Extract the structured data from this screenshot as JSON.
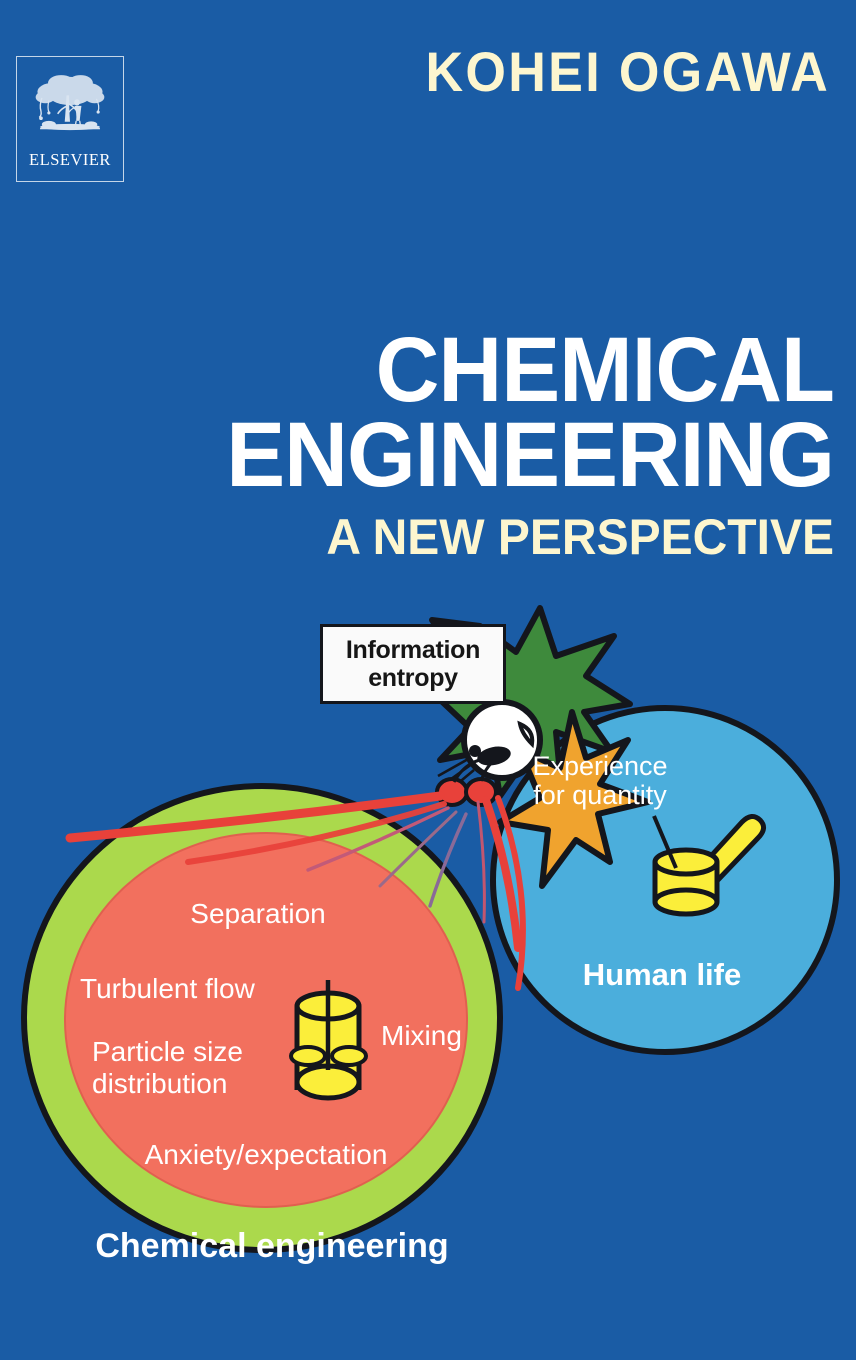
{
  "cover": {
    "background_color": "#1a5ca5",
    "publisher": {
      "name": "ELSEVIER",
      "logo_icon": "elsevier-tree-icon"
    },
    "author": "KOHEI OGAWA",
    "title_line_1": "CHEMICAL",
    "title_line_2": "ENGINEERING",
    "subtitle": "A NEW PERSPECTIVE",
    "title_color": "#ffffff",
    "subtitle_color": "#fdf6cf",
    "author_color": "#fdf6cf"
  },
  "diagram": {
    "callout": {
      "text": "Information entropy",
      "box_fill": "#fafafa",
      "box_border": "#14161c",
      "text_color": "#161616"
    },
    "chemical_engineering_circle": {
      "outer_label": "Chemical engineering",
      "outer_fill": "#abd94c",
      "inner_fill": "#f2705e",
      "items": [
        "Separation",
        "Turbulent flow",
        "Particle size distribution",
        "Mixing",
        "Anxiety/expectation"
      ],
      "icon": "mixing-tank-icon",
      "icon_fill": "#fbee3a"
    },
    "human_life_circle": {
      "label": "Human life",
      "sublabel": "Experience for quantity",
      "fill": "#4baedc",
      "icon": "saucepan-icon",
      "icon_fill": "#fbee3a",
      "star_fill": "#f0a32e"
    },
    "creature": {
      "star_fill": "#3e8a3c",
      "head_fill": "#ffffff",
      "cherry_fill": "#e8413a",
      "spray_color": "#e8413a"
    },
    "outline_color": "#14161c"
  }
}
